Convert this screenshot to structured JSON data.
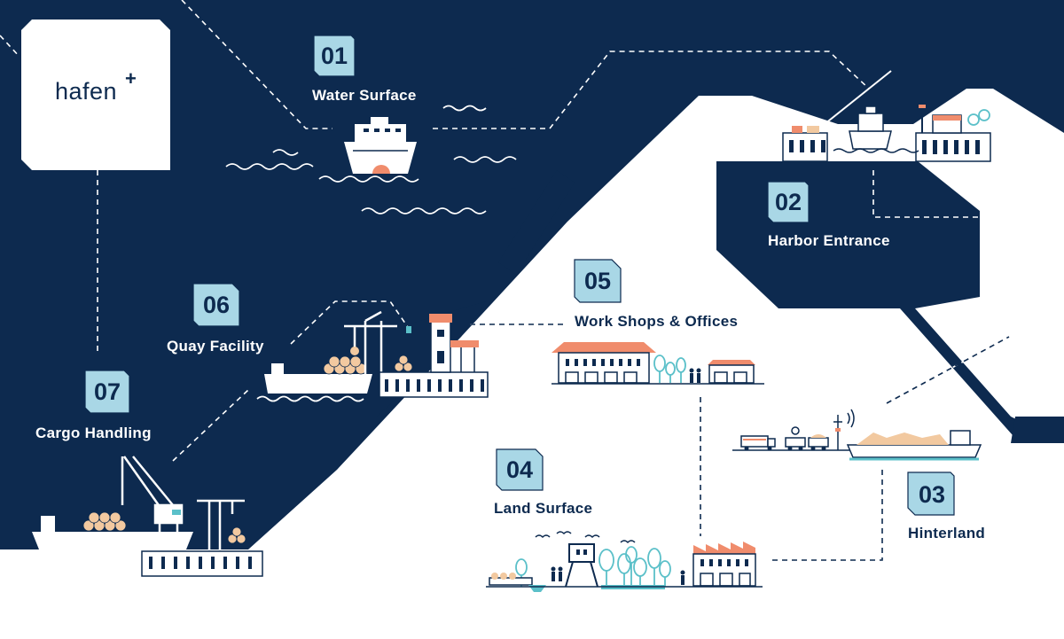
{
  "brand": {
    "logo_text": "hafen",
    "logo_plus": "+"
  },
  "colors": {
    "navy": "#0d2a4f",
    "white": "#ffffff",
    "accent_orange": "#f08c6c",
    "accent_cyan": "#5bc0c9",
    "badge_fill": "#a9d7e6",
    "cargo_tan": "#f2c9a0"
  },
  "zones": [
    {
      "number": "01",
      "label": "Water Surface"
    },
    {
      "number": "02",
      "label": "Harbor Entrance"
    },
    {
      "number": "03",
      "label": "Hinterland"
    },
    {
      "number": "04",
      "label": "Land Surface"
    },
    {
      "number": "05",
      "label": "Work Shops & Offices"
    },
    {
      "number": "06",
      "label": "Quay Facility"
    },
    {
      "number": "07",
      "label": "Cargo Handling"
    }
  ],
  "icons": [
    "ship-icon",
    "container-ship-icon",
    "crane-icon",
    "truck-icon",
    "train-icon",
    "tree-icon",
    "person-icon",
    "factory-icon",
    "warehouse-icon",
    "bird-icon",
    "lighthouse-icon",
    "radio-tower-icon",
    "barge-icon",
    "waves-icon"
  ]
}
